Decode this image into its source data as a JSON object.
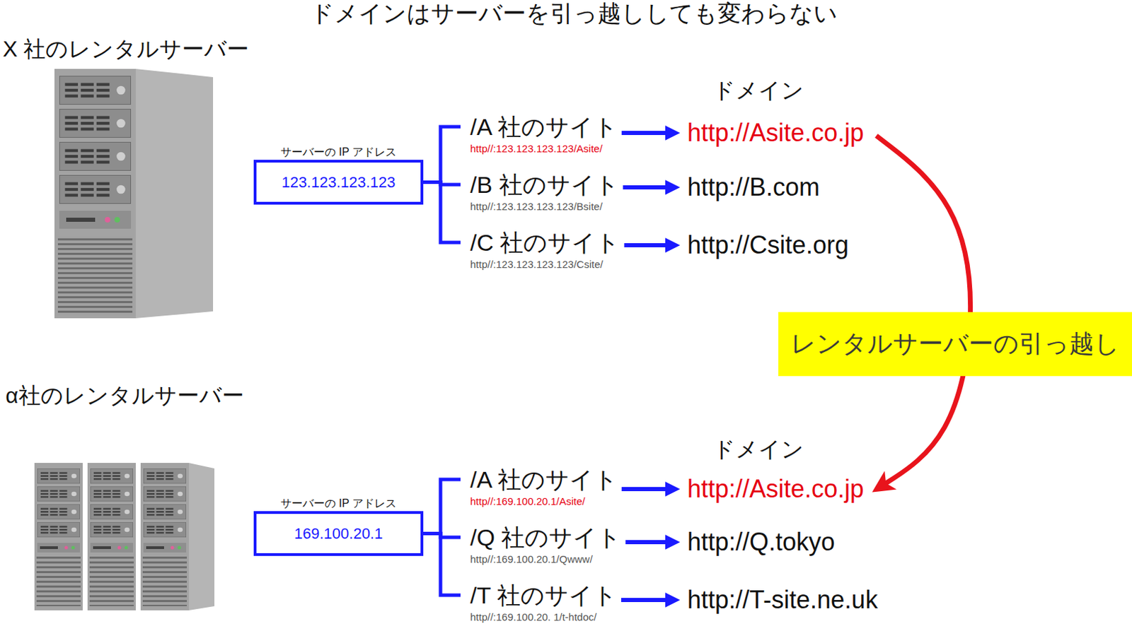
{
  "diagram": {
    "title": "ドメインはサーバーを引っ越ししても変わらない",
    "nodes": [
      {
        "text": [
          "サーバーの IP アドレス",
          "123.123.123.123"
        ]
      },
      {
        "text": [
          "/A 社のサイト",
          "http//:123.123.123.123/Asite/"
        ]
      },
      {
        "text": [
          "http://Asite.co.jp"
        ]
      },
      {
        "text": [
          "/B 社のサイト",
          "http//:123.123.123.123/Bsite/"
        ]
      },
      {
        "text": [
          "http://B.com"
        ]
      },
      {
        "text": [
          "/C 社のサイト",
          "http//:123.123.123.123/Csite/"
        ]
      },
      {
        "text": [
          "http://Csite.org"
        ]
      },
      {
        "text": [
          "サーバーの IP アドレス",
          "169.100.20.1"
        ]
      },
      {
        "text": [
          "/A 社のサイト",
          "http//:169.100.20.1/Asite/"
        ]
      },
      {
        "text": [
          "http://Asite.co.jp"
        ]
      },
      {
        "text": [
          "/Q 社のサイト",
          "http//:169.100.20.1/Qwww/"
        ]
      },
      {
        "text": [
          "http://Q.tokyo"
        ]
      },
      {
        "text": [
          "/T 社のサイト",
          "http//:169.100.20. 1/t-htdoc/"
        ]
      },
      {
        "text": [
          "http://T-site.ne.uk"
        ]
      }
    ],
    "edges": [
      {
        "from": 0,
        "to": 1,
        "arrow": "none"
      },
      {
        "from": 0,
        "to": 3,
        "arrow": "none"
      },
      {
        "from": 0,
        "to": 5,
        "arrow": "none"
      },
      {
        "from": 1,
        "to": 2,
        "arrow": "to"
      },
      {
        "from": 3,
        "to": 4,
        "arrow": "to"
      },
      {
        "from": 5,
        "to": 6,
        "arrow": "to"
      },
      {
        "from": 2,
        "to": 9,
        "label": "レンタルサーバーの引っ越し",
        "arrow": "to"
      },
      {
        "from": 7,
        "to": 8,
        "arrow": "none"
      },
      {
        "from": 7,
        "to": 10,
        "arrow": "none"
      },
      {
        "from": 7,
        "to": 12,
        "arrow": "none"
      },
      {
        "from": 8,
        "to": 9,
        "arrow": "to"
      },
      {
        "from": 10,
        "to": 11,
        "arrow": "to"
      },
      {
        "from": 12,
        "to": 13,
        "arrow": "to"
      }
    ],
    "labels": [
      "X 社のレンタルサーバー",
      "ドメイン",
      "α社のレンタルサーバー",
      "ドメイン"
    ]
  }
}
